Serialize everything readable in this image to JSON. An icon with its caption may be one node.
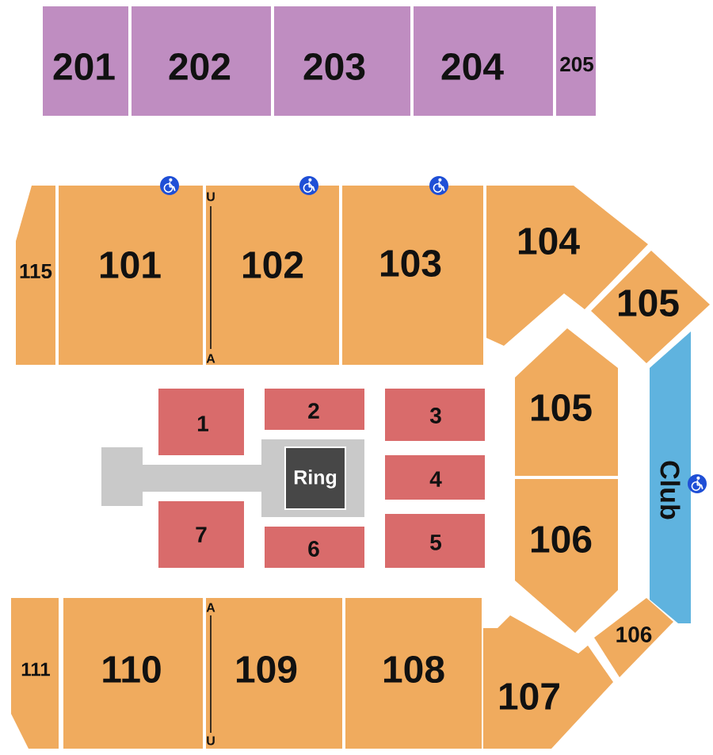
{
  "diagram": {
    "nodes": [
      {
        "text": [
          "201"
        ]
      },
      {
        "text": [
          "202"
        ]
      },
      {
        "text": [
          "203"
        ]
      },
      {
        "text": [
          "204"
        ]
      },
      {
        "text": [
          "205"
        ]
      },
      {
        "text": [
          "115"
        ]
      },
      {
        "text": [
          "101"
        ]
      },
      {
        "text": [
          "102"
        ]
      },
      {
        "text": [
          "103"
        ]
      },
      {
        "text": [
          "104"
        ]
      },
      {
        "text": [
          "105"
        ]
      },
      {
        "text": [
          "105"
        ]
      },
      {
        "text": [
          "1"
        ]
      },
      {
        "text": [
          "2"
        ]
      },
      {
        "text": [
          "3"
        ]
      },
      {
        "text": [
          "Ring"
        ]
      },
      {
        "text": [
          "4"
        ]
      },
      {
        "text": [
          "Club"
        ]
      },
      {
        "text": [
          "7"
        ]
      },
      {
        "text": [
          "6"
        ]
      },
      {
        "text": [
          "5"
        ]
      },
      {
        "text": [
          "106"
        ]
      },
      {
        "text": [
          "111"
        ]
      },
      {
        "text": [
          "110"
        ]
      },
      {
        "text": [
          "109"
        ]
      },
      {
        "text": [
          "108"
        ]
      },
      {
        "text": [
          "106"
        ]
      },
      {
        "text": [
          "107"
        ]
      }
    ],
    "labels": [
      "U",
      "A",
      "A",
      "U"
    ]
  }
}
